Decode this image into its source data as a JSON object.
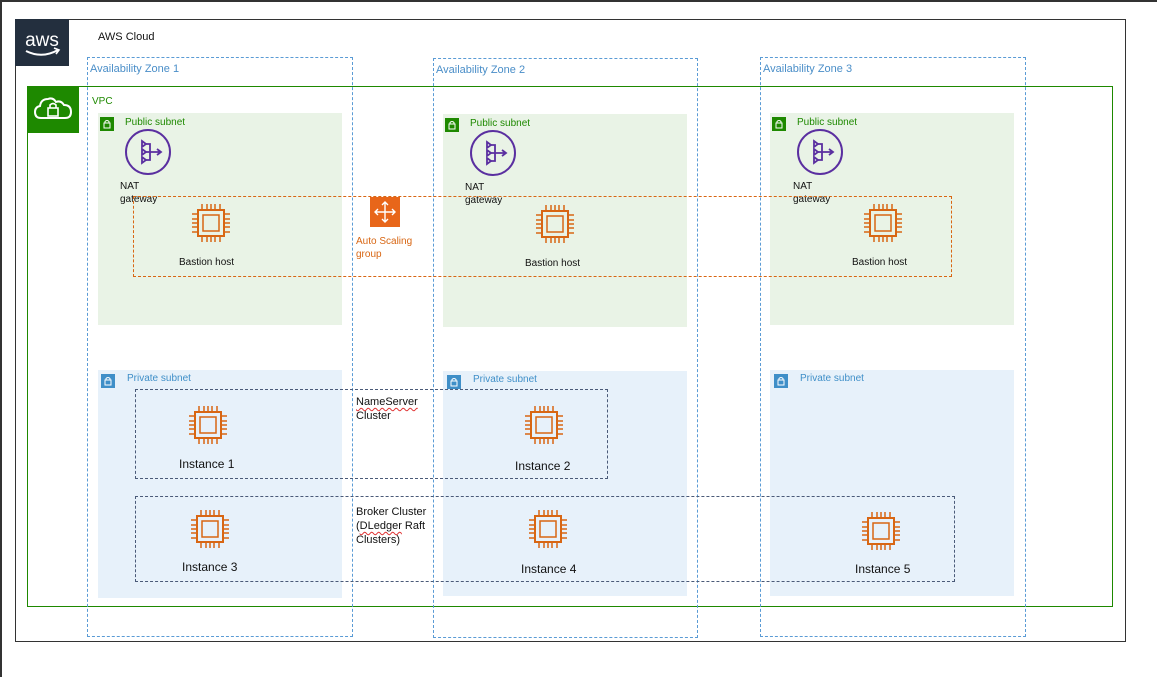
{
  "cloud": {
    "label": "AWS Cloud",
    "logo_text": "aws"
  },
  "vpc": {
    "label": "VPC"
  },
  "zones": [
    {
      "label": "Availability Zone 1"
    },
    {
      "label": "Availability Zone 2"
    },
    {
      "label": "Availability Zone 3"
    }
  ],
  "public_subnet_label": "Public subnet",
  "private_subnet_label": "Private subnet",
  "nat_gateway": {
    "line1": "NAT",
    "line2": "gateway"
  },
  "bastion_label": "Bastion host",
  "auto_scaling": {
    "line1": "Auto Scaling",
    "line2": "group"
  },
  "nameserver_cluster": {
    "line1": "NameServer",
    "line2": "Cluster"
  },
  "broker_cluster": {
    "line1": "Broker Cluster",
    "line2a": "(",
    "line2b": "DLedger",
    "line2c": " Raft",
    "line3": "Clusters)"
  },
  "instances": [
    "Instance 1",
    "Instance 2",
    "Instance 3",
    "Instance 4",
    "Instance 5"
  ],
  "colors": {
    "vpc": "#1e8900",
    "ec2": "#d86613",
    "nat": "#5a2fa0",
    "az": "#5a9bd5",
    "aws_logo_bg": "#232f3e"
  }
}
